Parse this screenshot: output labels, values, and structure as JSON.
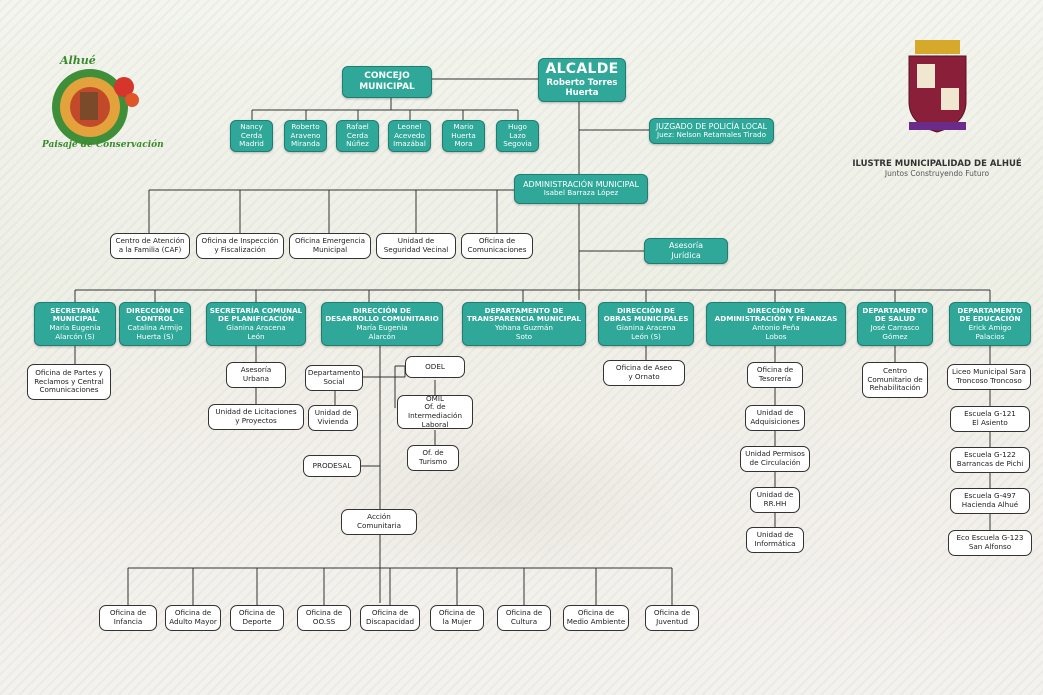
{
  "alcalde": {
    "title": "ALCALDE",
    "name": "Roberto Torres",
    "name2": "Huerta"
  },
  "concejo": {
    "title1": "CONCEJO",
    "title2": "MUNICIPAL"
  },
  "concejales": [
    {
      "l1": "Nancy",
      "l2": "Cerda",
      "l3": "Madrid"
    },
    {
      "l1": "Roberto",
      "l2": "Araveno",
      "l3": "Miranda"
    },
    {
      "l1": "Rafael",
      "l2": "Cerda",
      "l3": "Núñez"
    },
    {
      "l1": "Leonel",
      "l2": "Acevedo",
      "l3": "Imazábal"
    },
    {
      "l1": "Mario",
      "l2": "Huerta",
      "l3": "Mora"
    },
    {
      "l1": "Hugo",
      "l2": "Lazo",
      "l3": "Segovia"
    }
  ],
  "juzgado": {
    "title": "JUZGADO DE POLICÍA LOCAL",
    "name": "Juez: Nelson Retamales Tirado"
  },
  "administracion": {
    "title": "ADMINISTRACIÓN MUNICIPAL",
    "name": "Isabel Barraza López"
  },
  "oficinas_admin": [
    {
      "l1": "Centro de Atención",
      "l2": "a la Familia (CAF)"
    },
    {
      "l1": "Oficina de Inspección",
      "l2": "y Fiscalización"
    },
    {
      "l1": "Oficina Emergencia",
      "l2": "Municipal"
    },
    {
      "l1": "Unidad de",
      "l2": "Seguridad Vecinal"
    },
    {
      "l1": "Oficina de",
      "l2": "Comunicaciones"
    }
  ],
  "asesoria": {
    "l1": "Asesoría",
    "l2": "Jurídica"
  },
  "departments": [
    {
      "l1": "SECRETARÍA",
      "l2": "MUNICIPAL",
      "l3": "María Eugenia",
      "l4": "Alarcón (S)"
    },
    {
      "l1": "DIRECCIÓN DE",
      "l2": "CONTROL",
      "l3": "Catalina Armijo",
      "l4": "Huerta (S)"
    },
    {
      "l1": "SECRETARÍA COMUNAL",
      "l2": "DE PLANIFICACIÓN",
      "l3": "Gianina Aracena",
      "l4": "León"
    },
    {
      "l1": "DIRECCIÓN DE",
      "l2": "DESARROLLO COMUNITARIO",
      "l3": "María Eugenia",
      "l4": "Alarcón"
    },
    {
      "l1": "DEPARTAMENTO DE",
      "l2": "TRANSPARENCIA MUNICIPAL",
      "l3": "Yohana Guzmán",
      "l4": "Soto"
    },
    {
      "l1": "DIRECCIÓN DE",
      "l2": "OBRAS MUNICIPALES",
      "l3": "Gianina Aracena",
      "l4": "León (S)"
    },
    {
      "l1": "DIRECCIÓN DE",
      "l2": "ADMINISTRACIÓN Y FINANZAS",
      "l3": "Antonio Peña",
      "l4": "Lobos"
    },
    {
      "l1": "DEPARTAMENTO",
      "l2": "DE SALUD",
      "l3": "José Carrasco",
      "l4": "Gómez"
    },
    {
      "l1": "DEPARTAMENTO",
      "l2": "DE EDUCACIÓN",
      "l3": "Erick Amigo",
      "l4": "Palacios"
    }
  ],
  "sub": {
    "partes": {
      "l1": "Oficina de Partes y",
      "l2": "Reclamos y Central",
      "l3": "Comunicaciones"
    },
    "asesoria_urbana": {
      "l1": "Asesoría",
      "l2": "Urbana"
    },
    "licitaciones": {
      "l1": "Unidad de Licitaciones",
      "l2": "y Proyectos"
    },
    "depto_social": {
      "l1": "Departamento",
      "l2": "Social"
    },
    "vivienda": {
      "l1": "Unidad de",
      "l2": "Vivienda"
    },
    "odel": {
      "l1": "ODEL"
    },
    "omil": {
      "l1": "OMIL",
      "l2": "Of. de Intermediación",
      "l3": "Laboral"
    },
    "turismo": {
      "l1": "Of. de",
      "l2": "Turismo"
    },
    "prodesal": {
      "l1": "PRODESAL"
    },
    "accion": {
      "l1": "Acción",
      "l2": "Comunitaria"
    },
    "aseo": {
      "l1": "Oficina de Aseo",
      "l2": "y Ornato"
    },
    "tesoreria": {
      "l1": "Oficina de",
      "l2": "Tesorería"
    },
    "adquisiciones": {
      "l1": "Unidad de",
      "l2": "Adquisiciones"
    },
    "permisos": {
      "l1": "Unidad Permisos",
      "l2": "de Circulación"
    },
    "rrhh": {
      "l1": "Unidad de",
      "l2": "RR.HH"
    },
    "informatica": {
      "l1": "Unidad de",
      "l2": "Informática"
    },
    "rehab": {
      "l1": "Centro",
      "l2": "Comunitario de",
      "l3": "Rehabilitación"
    },
    "liceo": {
      "l1": "Liceo Municipal Sara",
      "l2": "Troncoso Troncoso"
    },
    "g121": {
      "l1": "Escuela G-121",
      "l2": "El Asiento"
    },
    "g122": {
      "l1": "Escuela G-122",
      "l2": "Barrancas de Pichi"
    },
    "g497": {
      "l1": "Escuela G-497",
      "l2": "Hacienda Alhué"
    },
    "g123": {
      "l1": "Eco Escuela G-123",
      "l2": "San Alfonso"
    }
  },
  "oficinas_bottom": [
    {
      "l1": "Oficina de",
      "l2": "Infancia"
    },
    {
      "l1": "Oficina de",
      "l2": "Adulto Mayor"
    },
    {
      "l1": "Oficina de",
      "l2": "Deporte"
    },
    {
      "l1": "Oficina de",
      "l2": "OO.SS"
    },
    {
      "l1": "Oficina de",
      "l2": "Discapacidad"
    },
    {
      "l1": "Oficina de",
      "l2": "la Mujer"
    },
    {
      "l1": "Oficina de",
      "l2": "Cultura"
    },
    {
      "l1": "Oficina de",
      "l2": "Medio Ambiente"
    },
    {
      "l1": "Oficina de",
      "l2": "Juventud"
    }
  ],
  "logo_left": {
    "text": "Alhué",
    "text2": "Paisaje de Conservación"
  },
  "logo_right": {
    "caption": "ILUSTRE MUNICIPALIDAD DE ALHUÉ",
    "tagline": "Juntos Construyendo Futuro"
  },
  "colors": {
    "teal": "#2fa89a",
    "teal_border": "#1f7d72",
    "line": "#333333"
  }
}
